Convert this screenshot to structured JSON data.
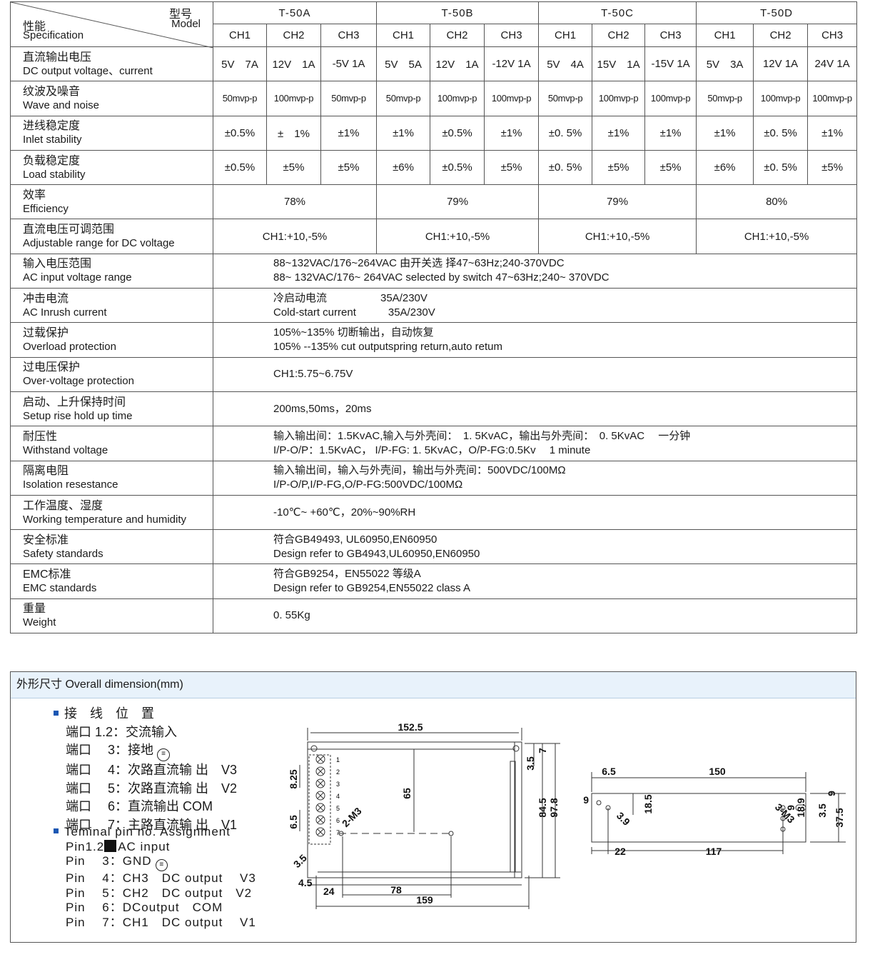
{
  "header": {
    "zh_model": "型号",
    "en_model": "Model",
    "zh_spec": "性能",
    "en_spec": "Specification",
    "models": [
      "T-50A",
      "T-50B",
      "T-50C",
      "T-50D"
    ],
    "channels": [
      "CH1",
      "CH2",
      "CH3",
      "CH1",
      "CH2",
      "CH3",
      "CH1",
      "CH2",
      "CH3",
      "CH1",
      "CH2",
      "CH3"
    ]
  },
  "rows12": [
    {
      "zh": "直流输出电压",
      "en": "DC output voltage、current",
      "small": false,
      "values": [
        "5V　7A",
        "12V　1A",
        "-5V 1A",
        "5V　5A",
        "12V　1A",
        "-12V 1A",
        "5V　4A",
        "15V　1A",
        "-15V 1A",
        "5V　3A",
        "12V 1A",
        "24V 1A"
      ]
    },
    {
      "zh": "纹波及噪音",
      "en": "Wave and noise",
      "small": true,
      "values": [
        "50mvp-p",
        "100mvp-p",
        "50mvp-p",
        "50mvp-p",
        "100mvp-p",
        "100mvp-p",
        "50mvp-p",
        "100mvp-p",
        "100mvp-p",
        "50mvp-p",
        "100mvp-p",
        "100mvp-p"
      ]
    },
    {
      "zh": "进线稳定度",
      "en": "Inlet stability",
      "small": false,
      "values": [
        "±0.5%",
        "±　1%",
        "±1%",
        "±1%",
        "±0.5%",
        "±1%",
        "±0. 5%",
        "±1%",
        "±1%",
        "±1%",
        "±0. 5%",
        "±1%"
      ]
    },
    {
      "zh": "负载稳定度",
      "en": "Load stability",
      "small": false,
      "values": [
        "±0.5%",
        "±5%",
        "±5%",
        "±6%",
        "±0.5%",
        "±5%",
        "±0. 5%",
        "±5%",
        "±5%",
        "±6%",
        "±0. 5%",
        "±5%"
      ]
    }
  ],
  "rows4": [
    {
      "zh": "效率",
      "en": "Efficiency",
      "values": [
        "78%",
        "79%",
        "79%",
        "80%"
      ]
    },
    {
      "zh": "直流电压可调范围",
      "en": "Adjustable range for DC voltage",
      "values": [
        "CH1:+10,-5%",
        "CH1:+10,-5%",
        "CH1:+10,-5%",
        "CH1:+10,-5%"
      ]
    }
  ],
  "rows1": [
    {
      "zh": "输入电压范围",
      "en": "AC input voltage range",
      "lines": [
        "88~132VAC/176~264VAC 由开关选 择47~63Hz;240-370VDC",
        "88~ 132VAC/176~ 264VAC  selected by switch 47~63Hz;240~ 370VDC"
      ]
    },
    {
      "zh": "冲击电流",
      "en": "AC Inrush current",
      "lines": [
        "冷启动电流　　　　　35A/230V",
        "Cold-start current　　　35A/230V"
      ]
    },
    {
      "zh": "过载保护",
      "en": "Overload protection",
      "lines": [
        "105%~135%  切断输出，自动恢复",
        "105% --135%  cut outputspring return,auto retum"
      ]
    },
    {
      "zh": "过电压保护",
      "en": "Over-voltage protection",
      "lines": [
        "CH1:5.75~6.75V"
      ]
    },
    {
      "zh": "启动、上升保持时间",
      "en": "Setup rise hold up time",
      "lines": [
        "200ms,50ms，20ms"
      ]
    },
    {
      "zh": "耐压性",
      "en": "Withstand voltage",
      "lines": [
        "输入输出间：1.5KvAC,输入与外壳间：　1. 5KvAC，输出与外壳间：　0. 5KvAC　 一分钟",
        "I/P-O/P：1.5KvAC，  I/P-FG: 1. 5KvAC，O/P-FG:0.5Kv　 1 minute"
      ]
    },
    {
      "zh": "隔离电阻",
      "en": "Isolation resestance",
      "lines": [
        "输入输出间，输入与外壳间，输出与外壳间：500VDC/100MΩ",
        "I/P-O/P,I/P-FG,O/P-FG:500VDC/100MΩ"
      ]
    },
    {
      "zh": "工作温度、湿度",
      "en": "Working temperature and humidity",
      "lines": [
        "-10℃~ +60℃，20%~90%RH"
      ]
    },
    {
      "zh": "安全标准",
      "en": "Safety standards",
      "lines": [
        "符合GB49493,  UL60950,EN60950",
        "Design refer to GB4943,UL60950,EN60950"
      ]
    },
    {
      "zh": "EMC标准",
      "en": "EMC standards",
      "lines": [
        "符合GB9254，EN55022 等级A",
        "Design refer to GB9254,EN55022 class A"
      ]
    },
    {
      "zh": "重量",
      "en": "Weight",
      "lines": [
        "0. 55Kg"
      ]
    }
  ],
  "dimension": {
    "title": "外形尺寸  Overall dimension(mm)",
    "cn_heading": "接　线　位　置",
    "cn_lines": [
      "端口 1.2：交流输入",
      "端口　 3：接地",
      "端口　 4：次路直流输 出　V3",
      "端口　 5：次路直流输 出　V2",
      "端口　 6：直流输出 COM",
      "端口　 7：主路直流输 出　V1"
    ],
    "en_heading": "Teminal pin no. Assignment",
    "en_pin12_a": "Pin1.2",
    "en_pin12_b": "AC input",
    "en_lines": [
      "Pin　 3：GND",
      "Pin　 4：CH3　DC output　 V3",
      "Pin　 5：CH2　DC output　V2",
      "Pin　 6：DCoutput　COM",
      "Pin　 7：CH1　DC output　 V1"
    ],
    "front_labels": {
      "d1525": "152.5",
      "d65": "65",
      "d825": "8.25",
      "d65b": "6.5",
      "d2m3": "2-M3",
      "d35": "3.5",
      "d45": "4.5",
      "d24": "24",
      "d78": "78",
      "d159": "159",
      "d845": "84.5",
      "d978": "97.8",
      "d35r": "3.5",
      "d7": "7",
      "pins": [
        "1",
        "2",
        "3",
        "4",
        "5",
        "6",
        "7"
      ]
    },
    "side_labels": {
      "d65": "6.5",
      "d150": "150",
      "d9l": "9",
      "d185": "18.5",
      "d39": "3.9",
      "d22": "22",
      "d117": "117",
      "d3m3": "3-M3",
      "d9": "9",
      "d189": "18.9",
      "d35": "3.5",
      "d375": "37.5",
      "d9r": "9"
    }
  }
}
